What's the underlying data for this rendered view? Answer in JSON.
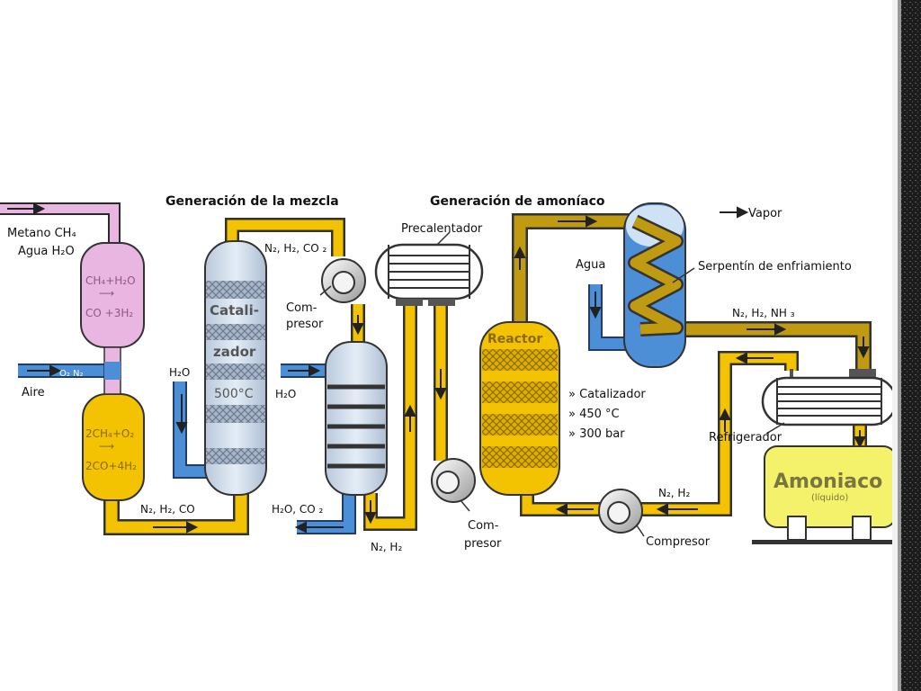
{
  "headings": {
    "mix": "Generación de la mezcla",
    "ammonia": "Generación de amoníaco"
  },
  "inputs": {
    "methane": "Metano CH₄",
    "water": "Agua  H₂O",
    "air": "Aire",
    "o2n2": "O₂ N₂"
  },
  "reformer1": {
    "line1": "CH₄+H₂O",
    "line2": "CO +3H₂"
  },
  "reformer2": {
    "line1": "2CH₄+O₂",
    "line2": "2CO+4H₂"
  },
  "catalyst": {
    "line1": "Catali-",
    "line2": "zador",
    "temp": "500°C"
  },
  "streams": {
    "n2h2co": "N₂, H₂, CO",
    "n2h2co2": "N₂, H₂, CO ₂",
    "h2o_left": "H₂O",
    "h2o_mid": "H₂O",
    "h2oco2": "H₂O, CO ₂",
    "n2h2_low": "N₂, H₂",
    "n2h2nh3": "N₂, H₂, NH ₃",
    "n2h2_right": "N₂, H₂"
  },
  "compressors": {
    "c1_line1": "Com-",
    "c1_line2": "presor",
    "c2_line1": "Com-",
    "c2_line2": "presor",
    "c3": "Compresor"
  },
  "labels": {
    "preheater": "Precalentador",
    "reactor": "Reactor",
    "conditions": [
      "» Catalizador",
      "» 450 °C",
      "» 300 bar"
    ],
    "water": "Agua",
    "steam": "Vapor",
    "coil": "Serpentín de enfriamiento",
    "refrigerator": "Refrigerador",
    "ammonia": "Amoniaco",
    "liquid": "(líquido)"
  }
}
